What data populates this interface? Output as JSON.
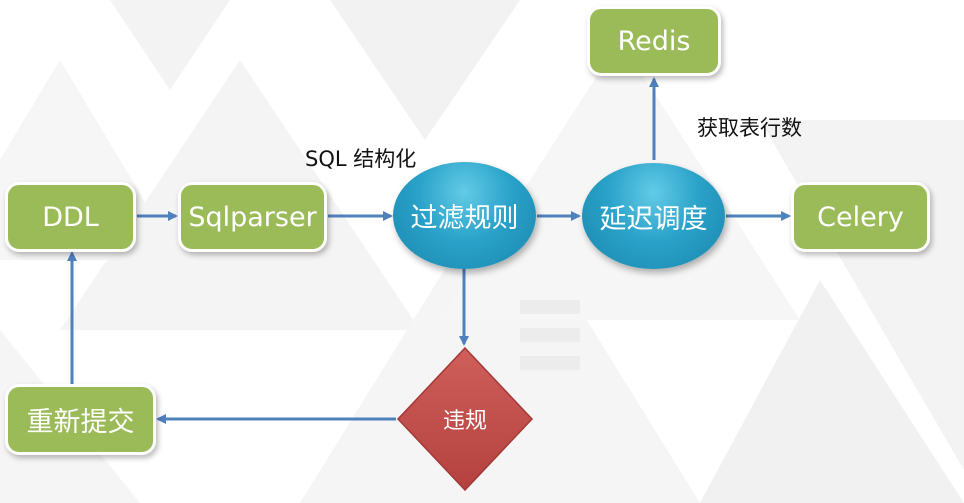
{
  "colors": {
    "rect_fill": "#9bbb59",
    "ellipse_fill": "#2aa2c9",
    "diamond_fill": "#c0504d",
    "arrow": "#4f81bd"
  },
  "nodes": {
    "ddl": "DDL",
    "sqlparser": "Sqlparser",
    "filter_rules": "过滤规则",
    "delay_schedule": "延迟调度",
    "celery": "Celery",
    "redis": "Redis",
    "violation": "违规",
    "resubmit": "重新提交"
  },
  "edge_labels": {
    "sql_structuring": "SQL 结构化",
    "get_row_count": "获取表行数"
  },
  "edges": [
    {
      "from": "ddl",
      "to": "sqlparser"
    },
    {
      "from": "sqlparser",
      "to": "filter_rules"
    },
    {
      "from": "filter_rules",
      "to": "delay_schedule"
    },
    {
      "from": "delay_schedule",
      "to": "celery"
    },
    {
      "from": "delay_schedule",
      "to": "redis"
    },
    {
      "from": "filter_rules",
      "to": "violation"
    },
    {
      "from": "violation",
      "to": "resubmit"
    },
    {
      "from": "resubmit",
      "to": "ddl"
    }
  ]
}
